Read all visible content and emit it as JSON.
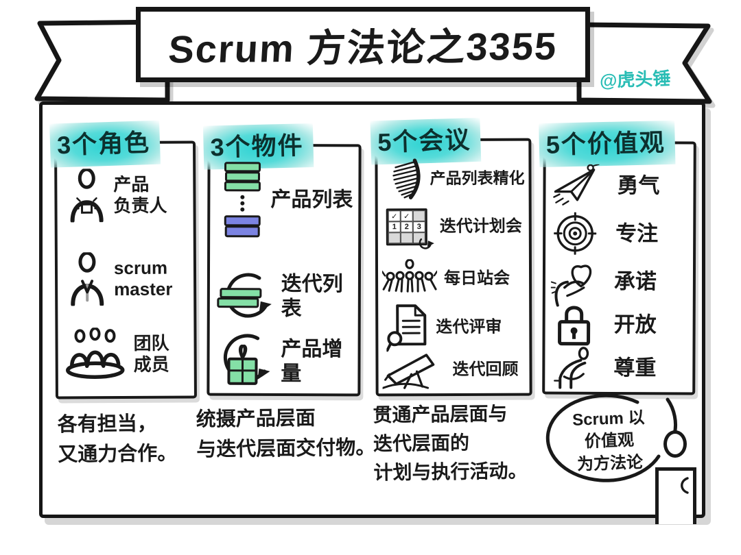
{
  "banner": {
    "title": "Scrum 方法论之3355",
    "watermark": "@虎头锤"
  },
  "columns": [
    {
      "header": "3个角色",
      "items": [
        {
          "icon": "product-owner-icon",
          "label": "产品\n负责人"
        },
        {
          "icon": "scrum-master-icon",
          "label": "scrum\nmaster"
        },
        {
          "icon": "team-members-icon",
          "label": "团队\n成员"
        }
      ],
      "note": "各有担当，\n又通力合作。"
    },
    {
      "header": "3个物件",
      "items": [
        {
          "icon": "product-backlog-icon",
          "label": "产品列表"
        },
        {
          "icon": "sprint-backlog-icon",
          "label": "迭代列表"
        },
        {
          "icon": "product-increment-icon",
          "label": "产品增量"
        }
      ],
      "note": "统摄产品层面\n与迭代层面交付物。"
    },
    {
      "header": "5个会议",
      "items": [
        {
          "icon": "refinement-comb-icon",
          "label": "产品列表精化"
        },
        {
          "icon": "sprint-planning-calendar-icon",
          "label": "迭代计划会"
        },
        {
          "icon": "daily-standup-people-icon",
          "label": "每日站会"
        },
        {
          "icon": "sprint-review-doc-icon",
          "label": "迭代评审"
        },
        {
          "icon": "retrospective-telescope-icon",
          "label": "迭代回顾"
        }
      ],
      "note": "贯通产品层面与\n迭代层面的\n计划与执行活动。"
    },
    {
      "header": "5个价值观",
      "items": [
        {
          "icon": "courage-paper-plane-icon",
          "label": "勇气"
        },
        {
          "icon": "focus-target-icon",
          "label": "专注"
        },
        {
          "icon": "commitment-heart-icon",
          "label": "承诺"
        },
        {
          "icon": "openness-lock-icon",
          "label": "开放"
        },
        {
          "icon": "respect-bow-icon",
          "label": "尊重"
        }
      ]
    }
  ],
  "planning_icon": {
    "cells": [
      "✓",
      "✓",
      "",
      "1",
      "2",
      "3",
      "",
      "",
      ""
    ]
  },
  "bubble": {
    "text": "Scrum 以\n价值观\n为方法论"
  },
  "colors": {
    "highlight_teal": "#35d4d4",
    "watermark_teal": "#29bdb5",
    "bar_green": "#84dfa6",
    "bar_purple": "#7c84e2",
    "ink": "#1a1a1a"
  }
}
